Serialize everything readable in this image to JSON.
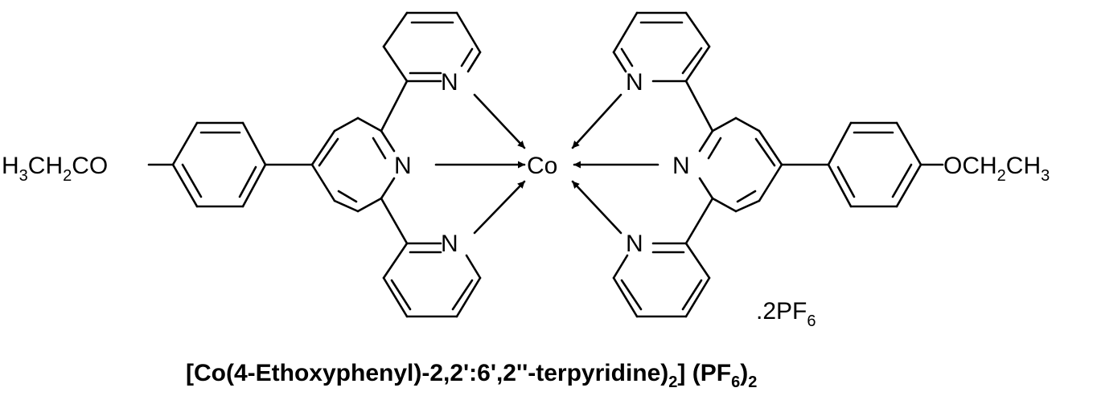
{
  "diagram": {
    "metal_label": "Co",
    "nitrogen_label": "N",
    "left_group": {
      "part1": "H",
      "sub1": "3",
      "part2": "CH",
      "sub2": "2",
      "part3": "CO"
    },
    "right_group": {
      "part1": "OCH",
      "sub1": "2",
      "part2": "CH",
      "sub2": "3"
    },
    "counterion": {
      "prefix": ".2PF",
      "sub": "6"
    },
    "caption": {
      "main": "[Co(4-Ethoxyphenyl)-2,2':6',2''-terpyridine)",
      "sub1": "2",
      "mid": "] (PF",
      "sub2": "6",
      "close": ")",
      "sub3": "2"
    },
    "colors": {
      "ink": "#000000",
      "background": "#ffffff"
    }
  }
}
